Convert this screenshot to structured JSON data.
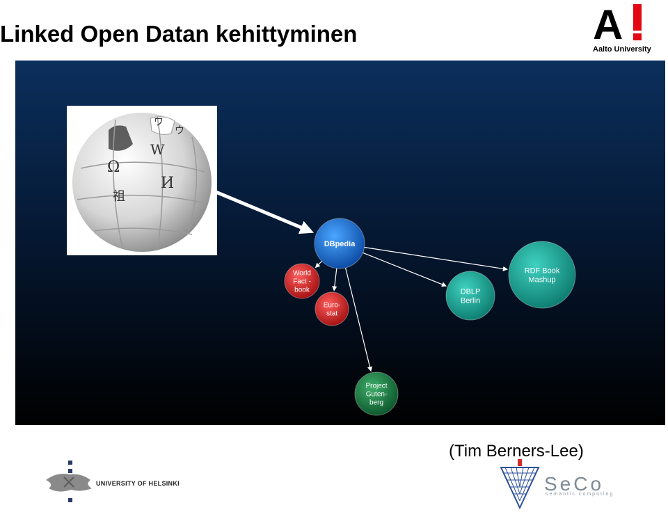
{
  "slide": {
    "title": "Linked Open Datan kehittyminen",
    "credit": "(Tim Berners-Lee)"
  },
  "logos": {
    "aalto_mark": "A!",
    "aalto_name": "Aalto University",
    "helsinki_name": "UNIVERSITY OF HELSINKI",
    "seco_name": "SeCo",
    "seco_tagline": "semantic computing"
  },
  "diagram": {
    "nodes": [
      {
        "id": "dbpedia",
        "lines": [
          "DBpedia"
        ],
        "color": "#1f78d6"
      },
      {
        "id": "worldfactbook",
        "lines": [
          "World",
          "Fact -",
          "book"
        ],
        "color": "#d62b2b"
      },
      {
        "id": "eurostat",
        "lines": [
          "Euro-",
          "stat"
        ],
        "color": "#d62b2b"
      },
      {
        "id": "gutenberg",
        "lines": [
          "Project",
          "Guten-",
          "berg"
        ],
        "color": "#1f7a45"
      },
      {
        "id": "dblp",
        "lines": [
          "DBLP",
          "Berlin"
        ],
        "color": "#1aa89a"
      },
      {
        "id": "rdfbook",
        "lines": [
          "RDF Book",
          "Mashup"
        ],
        "color": "#1aa89a"
      }
    ],
    "edges": [
      {
        "from": "wikipedia",
        "to": "dbpedia"
      },
      {
        "from": "dbpedia",
        "to": "worldfactbook"
      },
      {
        "from": "dbpedia",
        "to": "eurostat"
      },
      {
        "from": "dbpedia",
        "to": "gutenberg"
      },
      {
        "from": "dbpedia",
        "to": "dblp"
      },
      {
        "from": "dbpedia",
        "to": "rdfbook"
      }
    ],
    "wikipedia_glyphs": [
      "Ω",
      "W",
      "И",
      "祖",
      "ワ",
      "ウ"
    ],
    "wikipedia_icon": "wikipedia-puzzle-globe-icon"
  },
  "colors": {
    "stage_top": "#0b2f5c",
    "stage_bottom": "#000000",
    "aalto_red": "#e30613"
  }
}
